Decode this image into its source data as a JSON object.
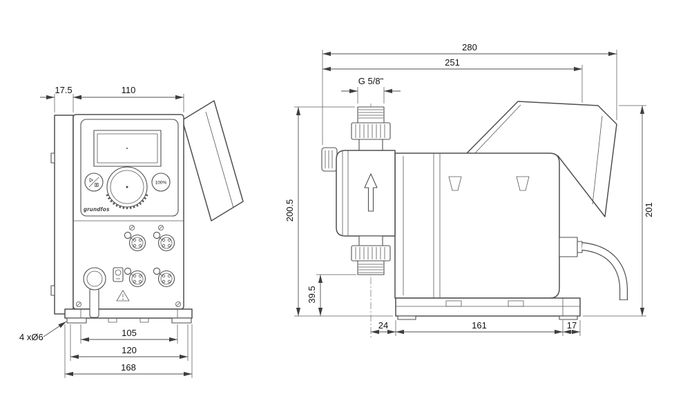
{
  "drawing": {
    "front_view": {
      "dimensions": {
        "depth_top": "17.5",
        "housing_width": "110",
        "hole_spacing": "105",
        "plate_width": "120",
        "base_width": "168",
        "mounting_holes": "4 xØ6"
      },
      "panel": {
        "capacity_button": "100%",
        "brand": "grundfos"
      }
    },
    "side_view": {
      "dimensions": {
        "overall_length": "280",
        "body_length": "251",
        "connection_thread": "G 5/8\"",
        "overall_height": "200.5",
        "valve_height": "39.5",
        "cube_height": "201",
        "front_overhang": "24",
        "base_length": "161",
        "rear_overhang": "17"
      }
    }
  }
}
